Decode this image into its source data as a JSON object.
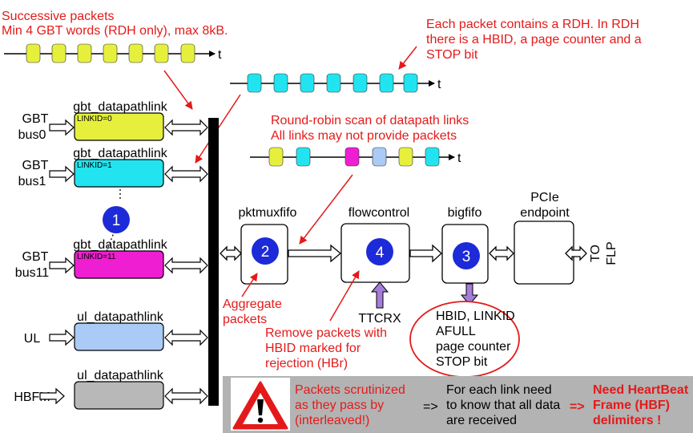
{
  "annotations": {
    "successive_line1": "Successive packets",
    "successive_line2": "Min 4 GBT words (RDH only), max 8kB.",
    "rdh_line1": "Each packet contains a RDH. In RDH",
    "rdh_line2": "there is a HBID, a page counter and a",
    "rdh_line3": "STOP bit",
    "roundrobin_line1": "Round-robin scan of datapath links",
    "roundrobin_line2": "All links may not provide packets",
    "aggregate_line1": "Aggregate",
    "aggregate_line2": "packets",
    "remove_line1": "Remove packets  with",
    "remove_line2": "HBID marked for",
    "remove_line3": "rejection (HBr)"
  },
  "time_axis_label": "t",
  "inputs": [
    {
      "label_line1": "GBT",
      "label_line2": "bus0"
    },
    {
      "label_line1": "GBT",
      "label_line2": "bus1"
    },
    {
      "label_line1": "GBT",
      "label_line2": "bus11"
    },
    {
      "label_line1": "UL",
      "label_line2": ""
    },
    {
      "label_line1": "HBFM",
      "label_line2": ""
    }
  ],
  "links": [
    {
      "title": "gbt_datapathlink",
      "linkid": "LINKID=0",
      "color": "#e6f03c"
    },
    {
      "title": "gbt_datapathlink",
      "linkid": "LINKID=1",
      "color": "#22e4f0"
    },
    {
      "title": "gbt_datapathlink",
      "linkid": "LINKID=11",
      "color": "#f01ed2"
    },
    {
      "title": "ul_datapathlink",
      "linkid": "",
      "color": "#a9cbf5"
    },
    {
      "title": "ul_datapathlink",
      "linkid": "",
      "color": "#b8b8b8"
    }
  ],
  "blocks": {
    "pktmuxfifo": {
      "label": "pktmuxfifo",
      "badge": "2"
    },
    "flowcontrol": {
      "label": "flowcontrol",
      "badge": "4"
    },
    "bigfifo": {
      "label": "bigfifo",
      "badge": "3"
    },
    "pcie": {
      "label_line1": "PCIe",
      "label_line2": "endpoint"
    },
    "links_badge": "1"
  },
  "ttcrx": "TTCRX",
  "to_flp_line1": "TO",
  "to_flp_line2": "FLP",
  "bigfifo_info": [
    "HBID, LINKID",
    "AFULL",
    "page counter",
    "STOP bit"
  ],
  "banner": {
    "text_line1": "Packets scrutinized",
    "text_line2": "as they pass by",
    "text_line3": "(interleaved!)",
    "arrow1": "=>",
    "middle_line1": "For each link need",
    "middle_line2": "to know that all data",
    "middle_line3": "are received",
    "arrow2": "=>",
    "right_line1": "Need HeartBeat",
    "right_line2": "Frame (HBF)",
    "right_line3": "delimiters !"
  },
  "colors": {
    "annotation_red": "#e41a1a",
    "packet_yellow": "#e6f03c",
    "packet_cyan": "#22e4f0",
    "packet_magenta": "#f01ed2",
    "packet_lightblue": "#a9cbf5",
    "badge_blue": "#1d2ad8",
    "ttcrx_purple": "#a57cd9",
    "banner_gray": "#b3b3b3"
  }
}
